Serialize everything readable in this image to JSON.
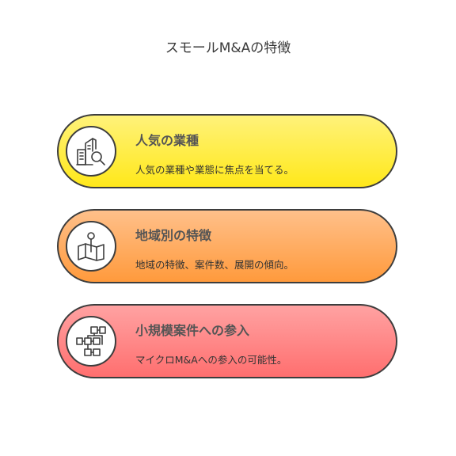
{
  "title": "スモールM&Aの特徴",
  "items": [
    {
      "title": "人気の業種",
      "description": "人気の業種や業態に焦点を当てる。",
      "icon": "buildings-search-icon",
      "color_top": "#fff27a",
      "color_bottom": "#ffe81a"
    },
    {
      "title": "地域別の特徴",
      "description": "地域の特徴、案件数、展開の傾向。",
      "icon": "map-pin-icon",
      "color_top": "#ffc08a",
      "color_bottom": "#ff9a3c"
    },
    {
      "title": "小規模案件への参入",
      "description": "マイクロM&Aへの参入の可能性。",
      "icon": "network-nodes-icon",
      "color_top": "#ffa2a2",
      "color_bottom": "#ff6f6f"
    }
  ]
}
